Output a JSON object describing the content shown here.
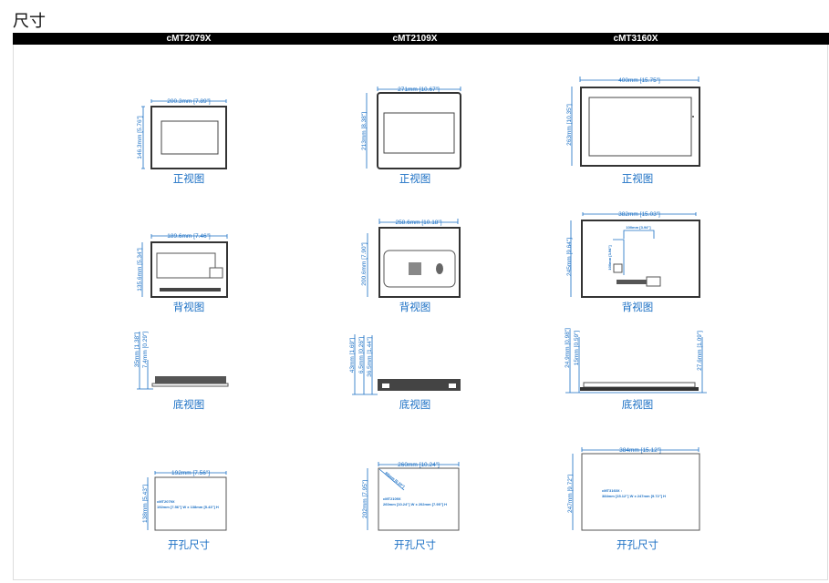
{
  "title": "尺寸",
  "columns": [
    "cMT2079X",
    "cMT2109X",
    "cMT3160X"
  ],
  "labels": {
    "front": "正视图",
    "back": "背视图",
    "bottom": "底视图",
    "cutout": "开孔尺寸"
  },
  "models": [
    {
      "front_w": "200.3mm [7.89\"]",
      "front_h": "146.3mm [5.76\"]",
      "back_w": "189.6mm [7.46\"]",
      "back_h": "135.6mm [5.34\"]",
      "depth": [
        "35mm [1.38\"]",
        "7.4mm [0.29\"]"
      ],
      "cut_w": "192mm [7.56\"]",
      "cut_h": "138mm [5.43\"]",
      "cut_note": [
        "cMT2079X",
        "192mm [7.56\"] W x 138mm [5.43\"] H"
      ]
    },
    {
      "front_w": "271mm [10.67\"]",
      "front_h": "213mm [8.38\"]",
      "back_w": "258.6mm [10.18\"]",
      "back_h": "200.6mm [7.90\"]",
      "depth": [
        "43mm [1.69\"]",
        "6.5mm [0.26\"]",
        "36.5mm [1.44\"]"
      ],
      "cut_w": "260mm [10.24\"]",
      "cut_h": "202mm [7.95\"]",
      "cut_r": "R5mm [0.20\"]",
      "cut_note": [
        "cMT2109X",
        "260mm [10.24\"] W x 202mm [7.95\"] H"
      ]
    },
    {
      "front_w": "400mm [15.75\"]",
      "front_h": "263mm [10.35\"]",
      "back_w": "382mm [15.03\"]",
      "back_h": "245mm [9.64\"]",
      "vesa_w": "100mm [3.94\"]",
      "vesa_h": "100mm [3.94\"]",
      "depth": [
        "24.9mm [0.98\"]",
        "15mm [0.59\"]",
        "27.6mm [1.09\"]"
      ],
      "cut_w": "384mm [15.12\"]",
      "cut_h": "247mm [9.72\"]",
      "cut_note": [
        "cMT3160X :",
        "384mm [15.12\"] W x 247mm [9.72\"] H"
      ]
    }
  ],
  "colors": {
    "accent": "#1a6fc4",
    "header": "#000000"
  }
}
